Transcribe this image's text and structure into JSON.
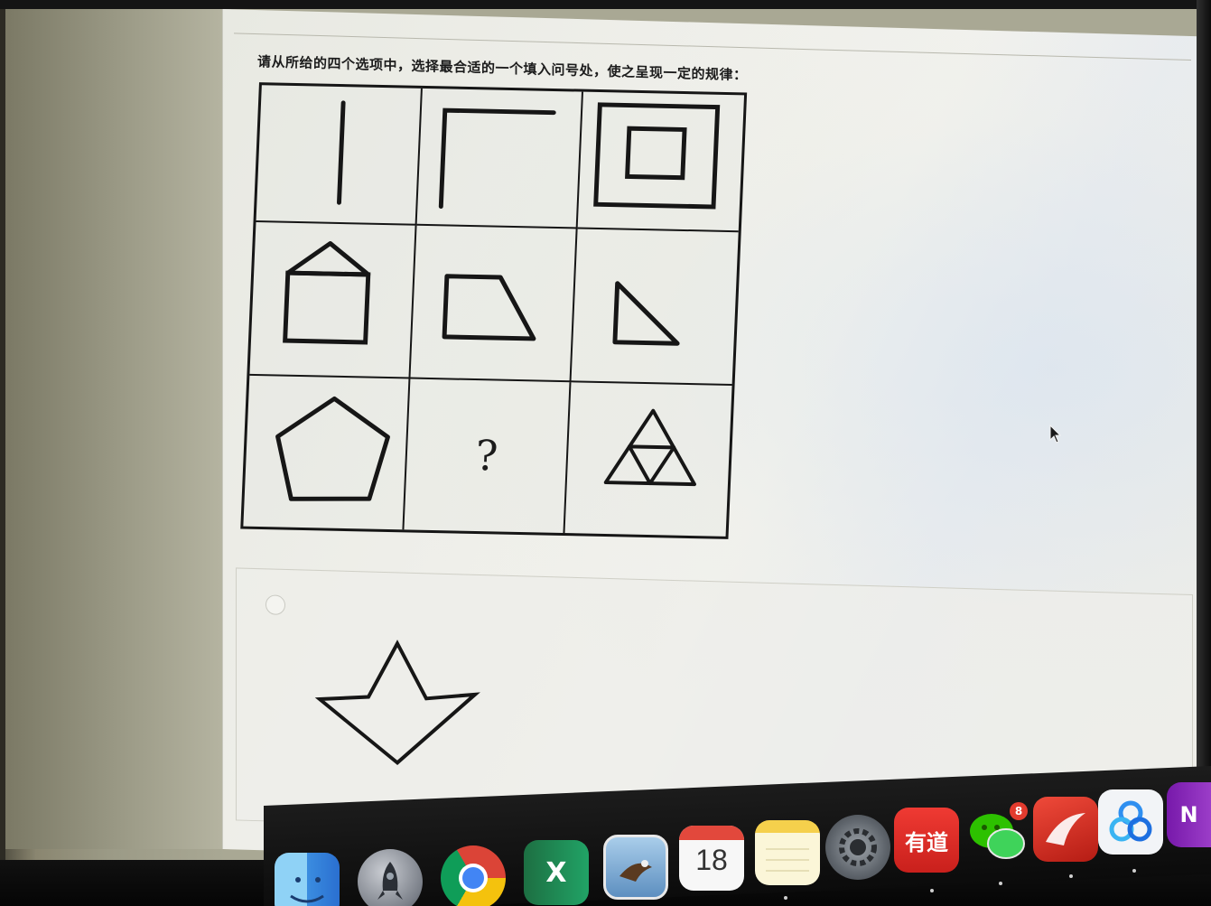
{
  "question": {
    "text": "请从所给的四个选项中，选择最合适的一个填入问号处，使之呈现一定的规律："
  },
  "puzzle": {
    "rows": 3,
    "columns": 3,
    "cells": [
      {
        "figure": "vertical-line"
      },
      {
        "figure": "corner-lines"
      },
      {
        "figure": "nested-squares"
      },
      {
        "figure": "house-shape"
      },
      {
        "figure": "trapezoid"
      },
      {
        "figure": "right-triangle"
      },
      {
        "figure": "pentagon"
      },
      {
        "figure": "question-mark",
        "text": "?"
      },
      {
        "figure": "subdivided-triangle"
      }
    ]
  },
  "option": {
    "selected": false,
    "figure": "arrow-diamond"
  },
  "dock": {
    "apps": [
      {
        "name": "finder-icon",
        "label": ""
      },
      {
        "name": "launchpad-icon",
        "label": ""
      },
      {
        "name": "chrome-icon",
        "label": ""
      },
      {
        "name": "excel-icon",
        "label": "X"
      },
      {
        "name": "preview-icon",
        "label": ""
      },
      {
        "name": "calendar-icon",
        "label": "18"
      },
      {
        "name": "notes-icon",
        "label": ""
      },
      {
        "name": "system-preferences-icon",
        "label": ""
      },
      {
        "name": "youdao-icon",
        "label": "有道"
      },
      {
        "name": "wechat-icon",
        "label": "",
        "badge": "8"
      },
      {
        "name": "youdao-translate-icon",
        "label": ""
      },
      {
        "name": "baidu-netdisk-icon",
        "label": ""
      },
      {
        "name": "onenote-icon",
        "label": "N"
      }
    ]
  },
  "colors": {
    "stroke": "#161616",
    "page": "#efefea",
    "dock": "#111111"
  }
}
